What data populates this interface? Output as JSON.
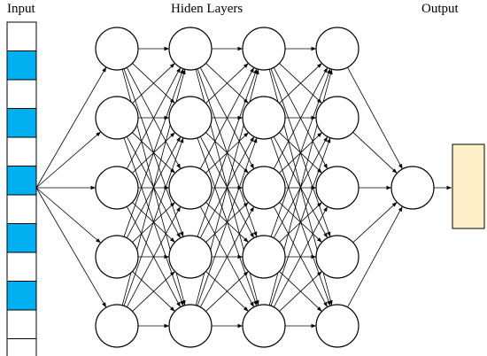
{
  "labels": {
    "input": "Input",
    "hidden": "Hiden Layers",
    "output": "Output"
  },
  "network": {
    "input_cells": 12,
    "input_fill_pattern": [
      0,
      1,
      0,
      1,
      0,
      1,
      0,
      1,
      0,
      1,
      0,
      0
    ],
    "hidden_layers": 4,
    "neurons_per_layer": 5,
    "output_neurons": 1
  },
  "colors": {
    "input_fill": "#00b0f0",
    "input_empty": "#ffffff",
    "output_fill": "#fdf0c8",
    "stroke": "#000000"
  }
}
